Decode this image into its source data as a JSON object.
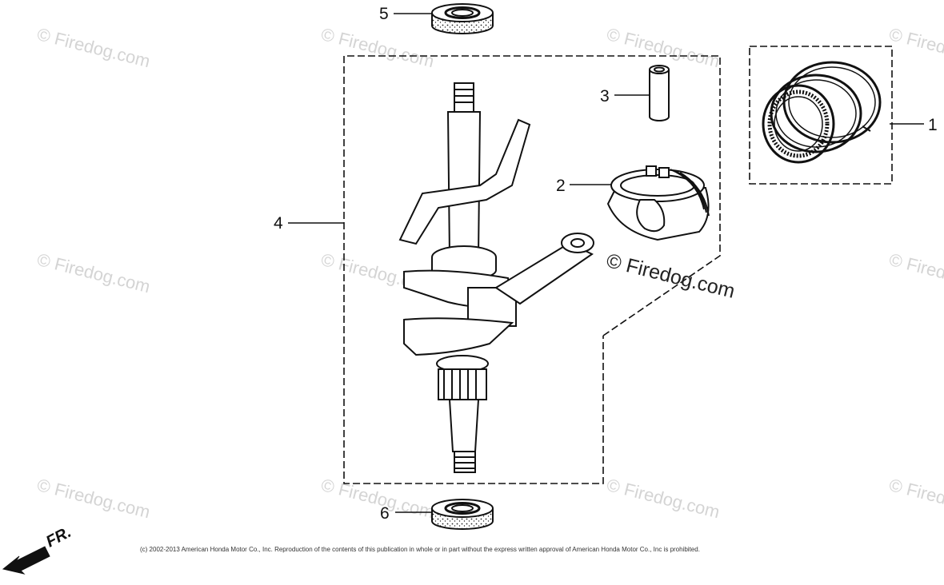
{
  "watermark_text": "© Firedog.com",
  "center_watermark_text": "© Firedog.com",
  "callouts": [
    "1",
    "2",
    "3",
    "4",
    "5",
    "6"
  ],
  "direction_label": "FR.",
  "copyright": "(c) 2002-2013 American Honda Motor Co., Inc. Reproduction of the contents of this publication in whole or in part without the express written approval of American Honda Motor Co., Inc is prohibited."
}
